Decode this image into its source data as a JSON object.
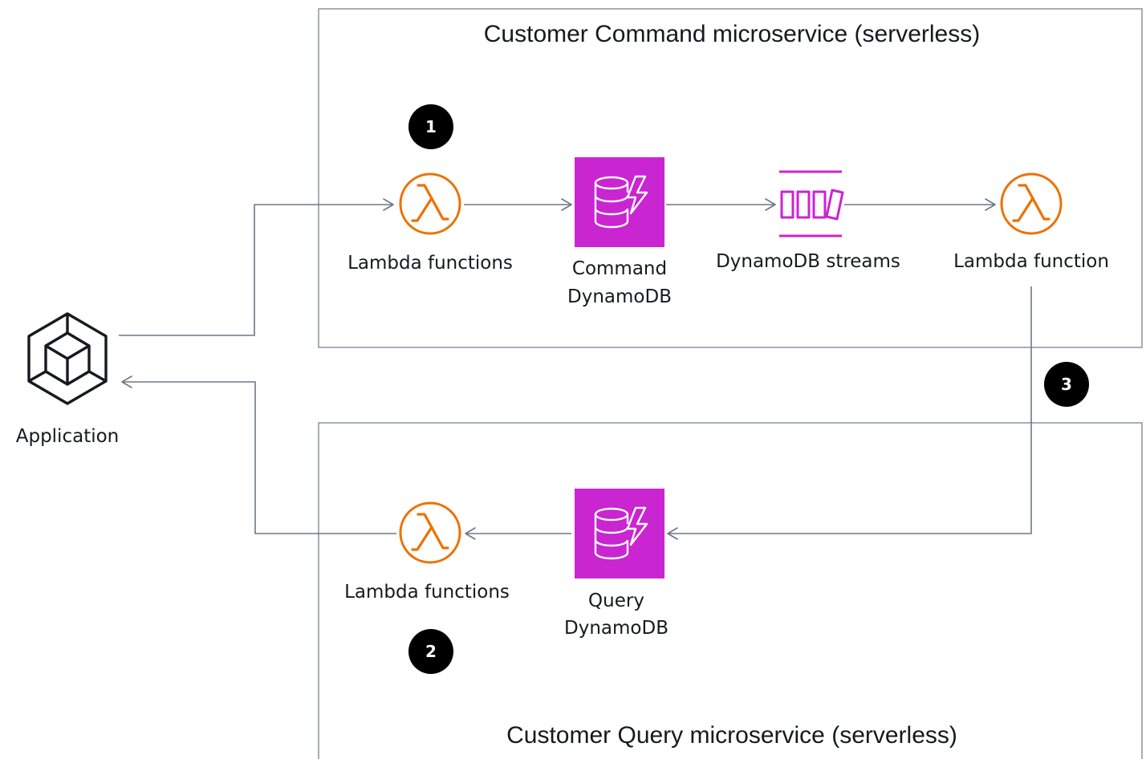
{
  "colors": {
    "lambda": "#ed7100",
    "dynamodb": "#c925d1",
    "streams": "#c925d1",
    "connector": "#6b7887",
    "box_border": "#7f8c9a",
    "badge": "#000000"
  },
  "command_box": {
    "title": "Customer Command microservice (serverless)"
  },
  "query_box": {
    "title": "Customer Query microservice (serverless)"
  },
  "application": {
    "label": "Application",
    "icon": "application-cube-icon"
  },
  "command_nodes": {
    "lambda_functions": {
      "label": "Lambda functions",
      "icon": "lambda-icon"
    },
    "command_dynamodb": {
      "label_line1": "Command",
      "label_line2": "DynamoDB",
      "icon": "dynamodb-icon"
    },
    "dynamodb_streams": {
      "label": "DynamoDB streams",
      "icon": "dynamodb-streams-icon"
    },
    "lambda_function": {
      "label": "Lambda function",
      "icon": "lambda-icon"
    }
  },
  "query_nodes": {
    "lambda_functions": {
      "label": "Lambda functions",
      "icon": "lambda-icon"
    },
    "query_dynamodb": {
      "label_line1": "Query",
      "label_line2": "DynamoDB",
      "icon": "dynamodb-icon"
    }
  },
  "steps": {
    "one": "1",
    "two": "2",
    "three": "3"
  }
}
